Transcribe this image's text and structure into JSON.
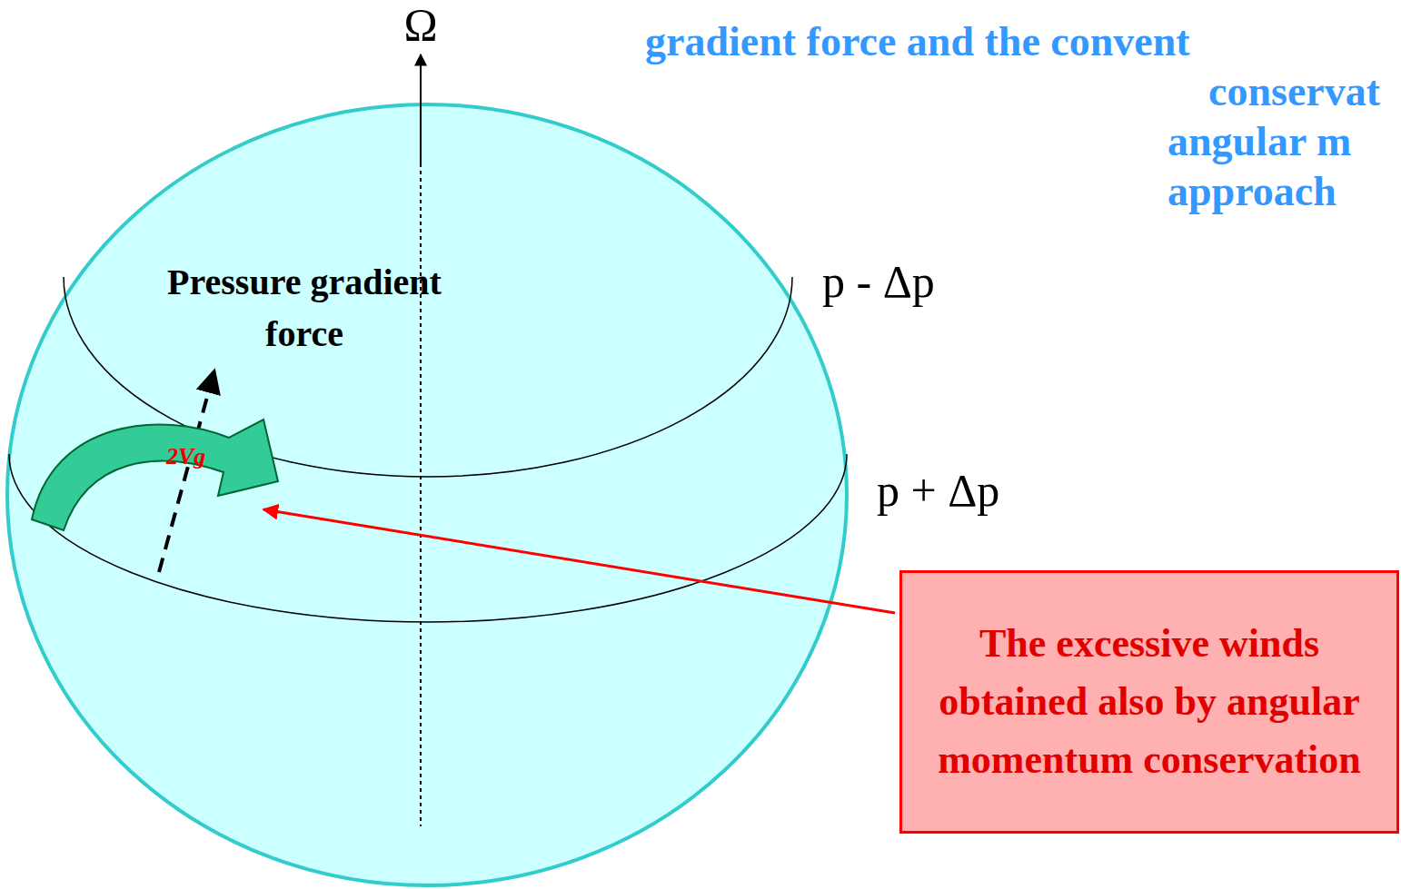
{
  "diagram": {
    "nodes": [
      {
        "text": [
          "The excessive winds obtained also by angular momentum conservation"
        ]
      }
    ],
    "edges": [],
    "labels": [
      "gradient force and the convent",
      "conservat",
      "angular m",
      "approach",
      "Ω",
      "p - Δp",
      "p + Δp",
      "Pressure gradient force",
      "2Vg"
    ]
  }
}
